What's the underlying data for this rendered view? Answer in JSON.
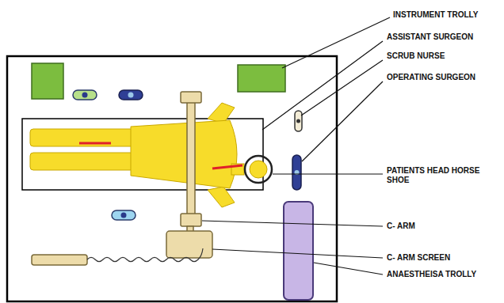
{
  "diagram": {
    "labels": [
      "INSTRUMENT TROLLY",
      "ASSISTANT SURGEON",
      "SCRUB NURSE",
      "OPERATING SURGEON",
      "PATIENTS HEAD HORSE SHOE",
      "C- ARM",
      "C- ARM SCREEN",
      "ANAESTHEISA TROLLY"
    ]
  }
}
